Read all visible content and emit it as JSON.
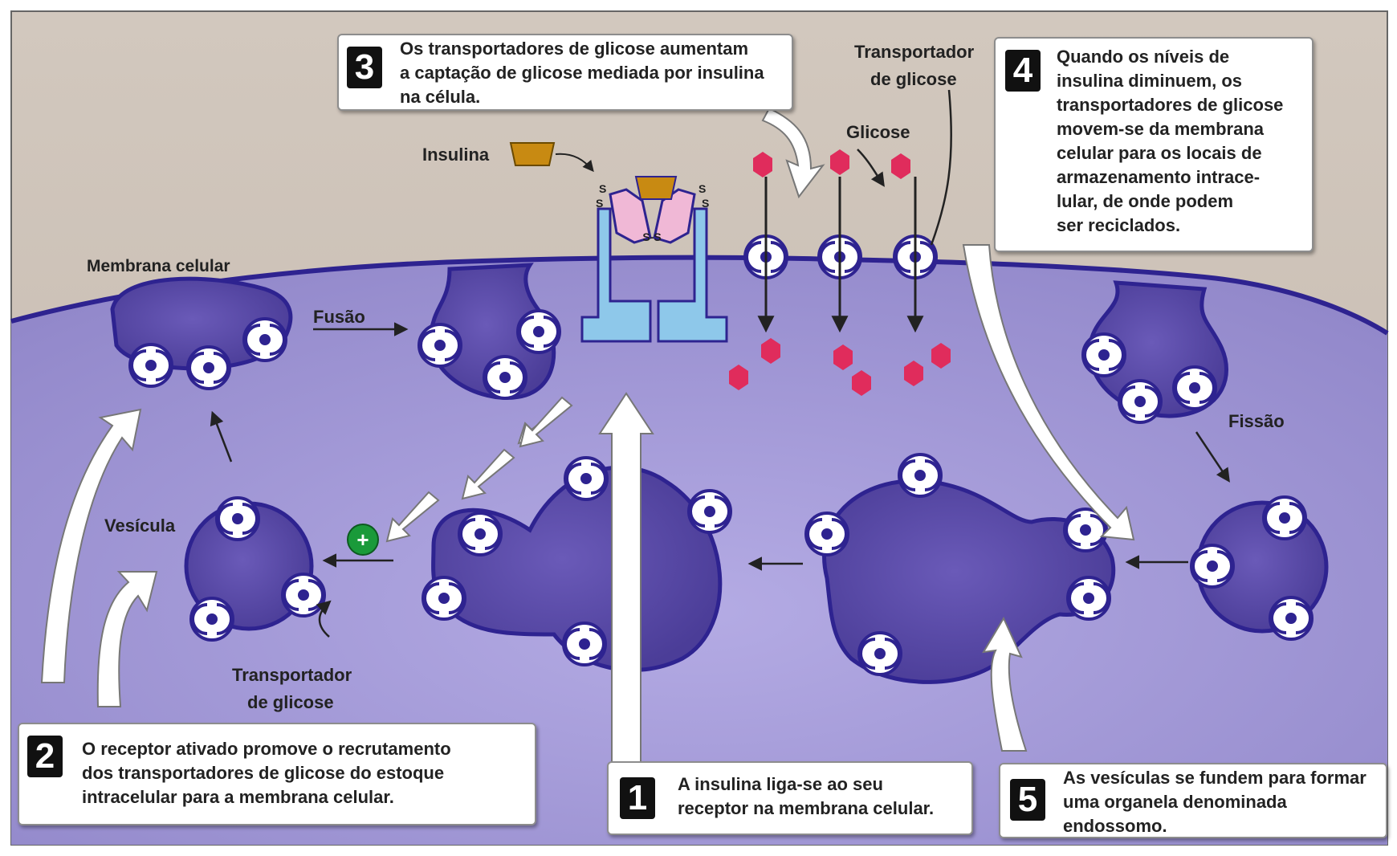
{
  "labels": {
    "insulina": "Insulina",
    "glicose": "Glicose",
    "transportador_top_1": "Transportador",
    "transportador_top_2": "de glicose",
    "membrana": "Membrana celular",
    "fusao": "Fusão",
    "vesicula": "Vesícula",
    "transportador_bottom_1": "Transportador",
    "transportador_bottom_2": "de glicose",
    "fissao": "Fissão",
    "ss_left": "S",
    "ss_right": "S",
    "ss_bridge": "S-S"
  },
  "steps": [
    {
      "num": "1",
      "lines": [
        "A insulina liga-se ao seu",
        "receptor na membrana celular."
      ]
    },
    {
      "num": "2",
      "lines": [
        "O receptor ativado promove o recrutamento",
        "dos transportadores de glicose do estoque",
        "intracelular para a membrana celular."
      ]
    },
    {
      "num": "3",
      "lines": [
        "Os transportadores de glicose aumentam",
        "a captação de glicose mediada por insulina",
        "na célula."
      ]
    },
    {
      "num": "4",
      "lines": [
        "Quando os níveis de",
        "insulina diminuem, os",
        "transportadores de glicose",
        "movem-se da membrana",
        "celular para os locais de",
        "armazenamento intrace-",
        "lular, de onde podem",
        "ser reciclados."
      ]
    },
    {
      "num": "5",
      "lines": [
        "As vesículas se fundem para formar",
        "uma organela denominada",
        "endossomo."
      ]
    }
  ],
  "plus_symbol": "+",
  "colors": {
    "outside": "#cdc2b8",
    "cytoplasm": "#a49bd8",
    "vesicle": "#5a4aa6",
    "membrane": "#2e2390",
    "glucose": "#e02c5c",
    "insulin": "#c88a12",
    "receptor_alpha": "#f0b8d6",
    "receptor_beta": "#8ec8ea",
    "plus": "#1a9a3a"
  }
}
